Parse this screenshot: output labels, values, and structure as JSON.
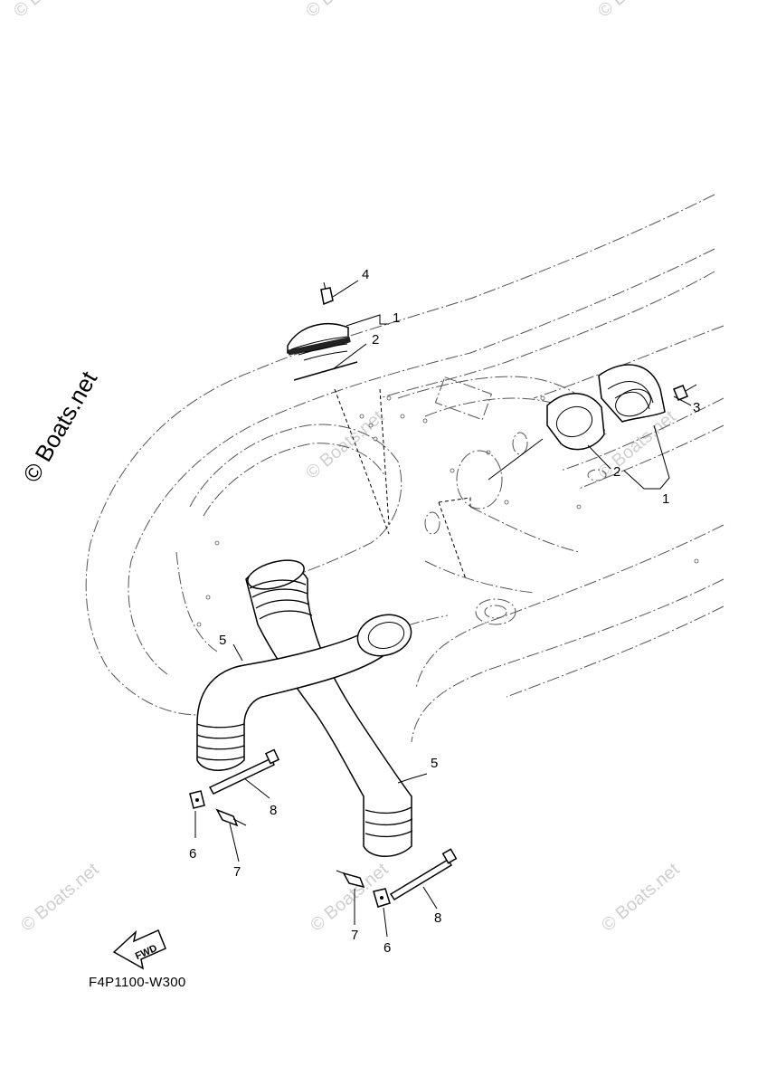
{
  "diagram": {
    "copyright": "© Boats.net",
    "watermark": "© Boats.net",
    "code": "F4P1100-W300",
    "fwd_label": "FWD",
    "callouts": [
      {
        "id": "c4a",
        "label": "4"
      },
      {
        "id": "c1a",
        "label": "1"
      },
      {
        "id": "c2a",
        "label": "2"
      },
      {
        "id": "c3a",
        "label": "3"
      },
      {
        "id": "c2b",
        "label": "2"
      },
      {
        "id": "c1b",
        "label": "1"
      },
      {
        "id": "c5a",
        "label": "5"
      },
      {
        "id": "c5b",
        "label": "5"
      },
      {
        "id": "c8a",
        "label": "8"
      },
      {
        "id": "c6a",
        "label": "6"
      },
      {
        "id": "c7a",
        "label": "7"
      },
      {
        "id": "c7b",
        "label": "7"
      },
      {
        "id": "c6b",
        "label": "6"
      },
      {
        "id": "c8b",
        "label": "8"
      }
    ]
  }
}
